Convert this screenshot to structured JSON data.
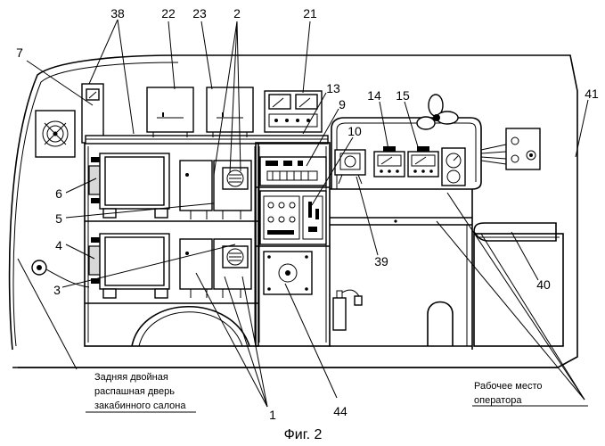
{
  "caption": "Фиг. 2",
  "note_door": [
    "Задняя двойная",
    "распашная дверь",
    "закабинного салона"
  ],
  "note_workplace": [
    "Рабочее место",
    "оператора"
  ],
  "labels": {
    "n1": "1",
    "n2": "2",
    "n3": "3",
    "n4": "4",
    "n5": "5",
    "n6": "6",
    "n7": "7",
    "n9": "9",
    "n10": "10",
    "n13": "13",
    "n14": "14",
    "n15": "15",
    "n21": "21",
    "n22": "22",
    "n23": "23",
    "n38": "38",
    "n39": "39",
    "n40": "40",
    "n41": "41",
    "n44": "44"
  }
}
